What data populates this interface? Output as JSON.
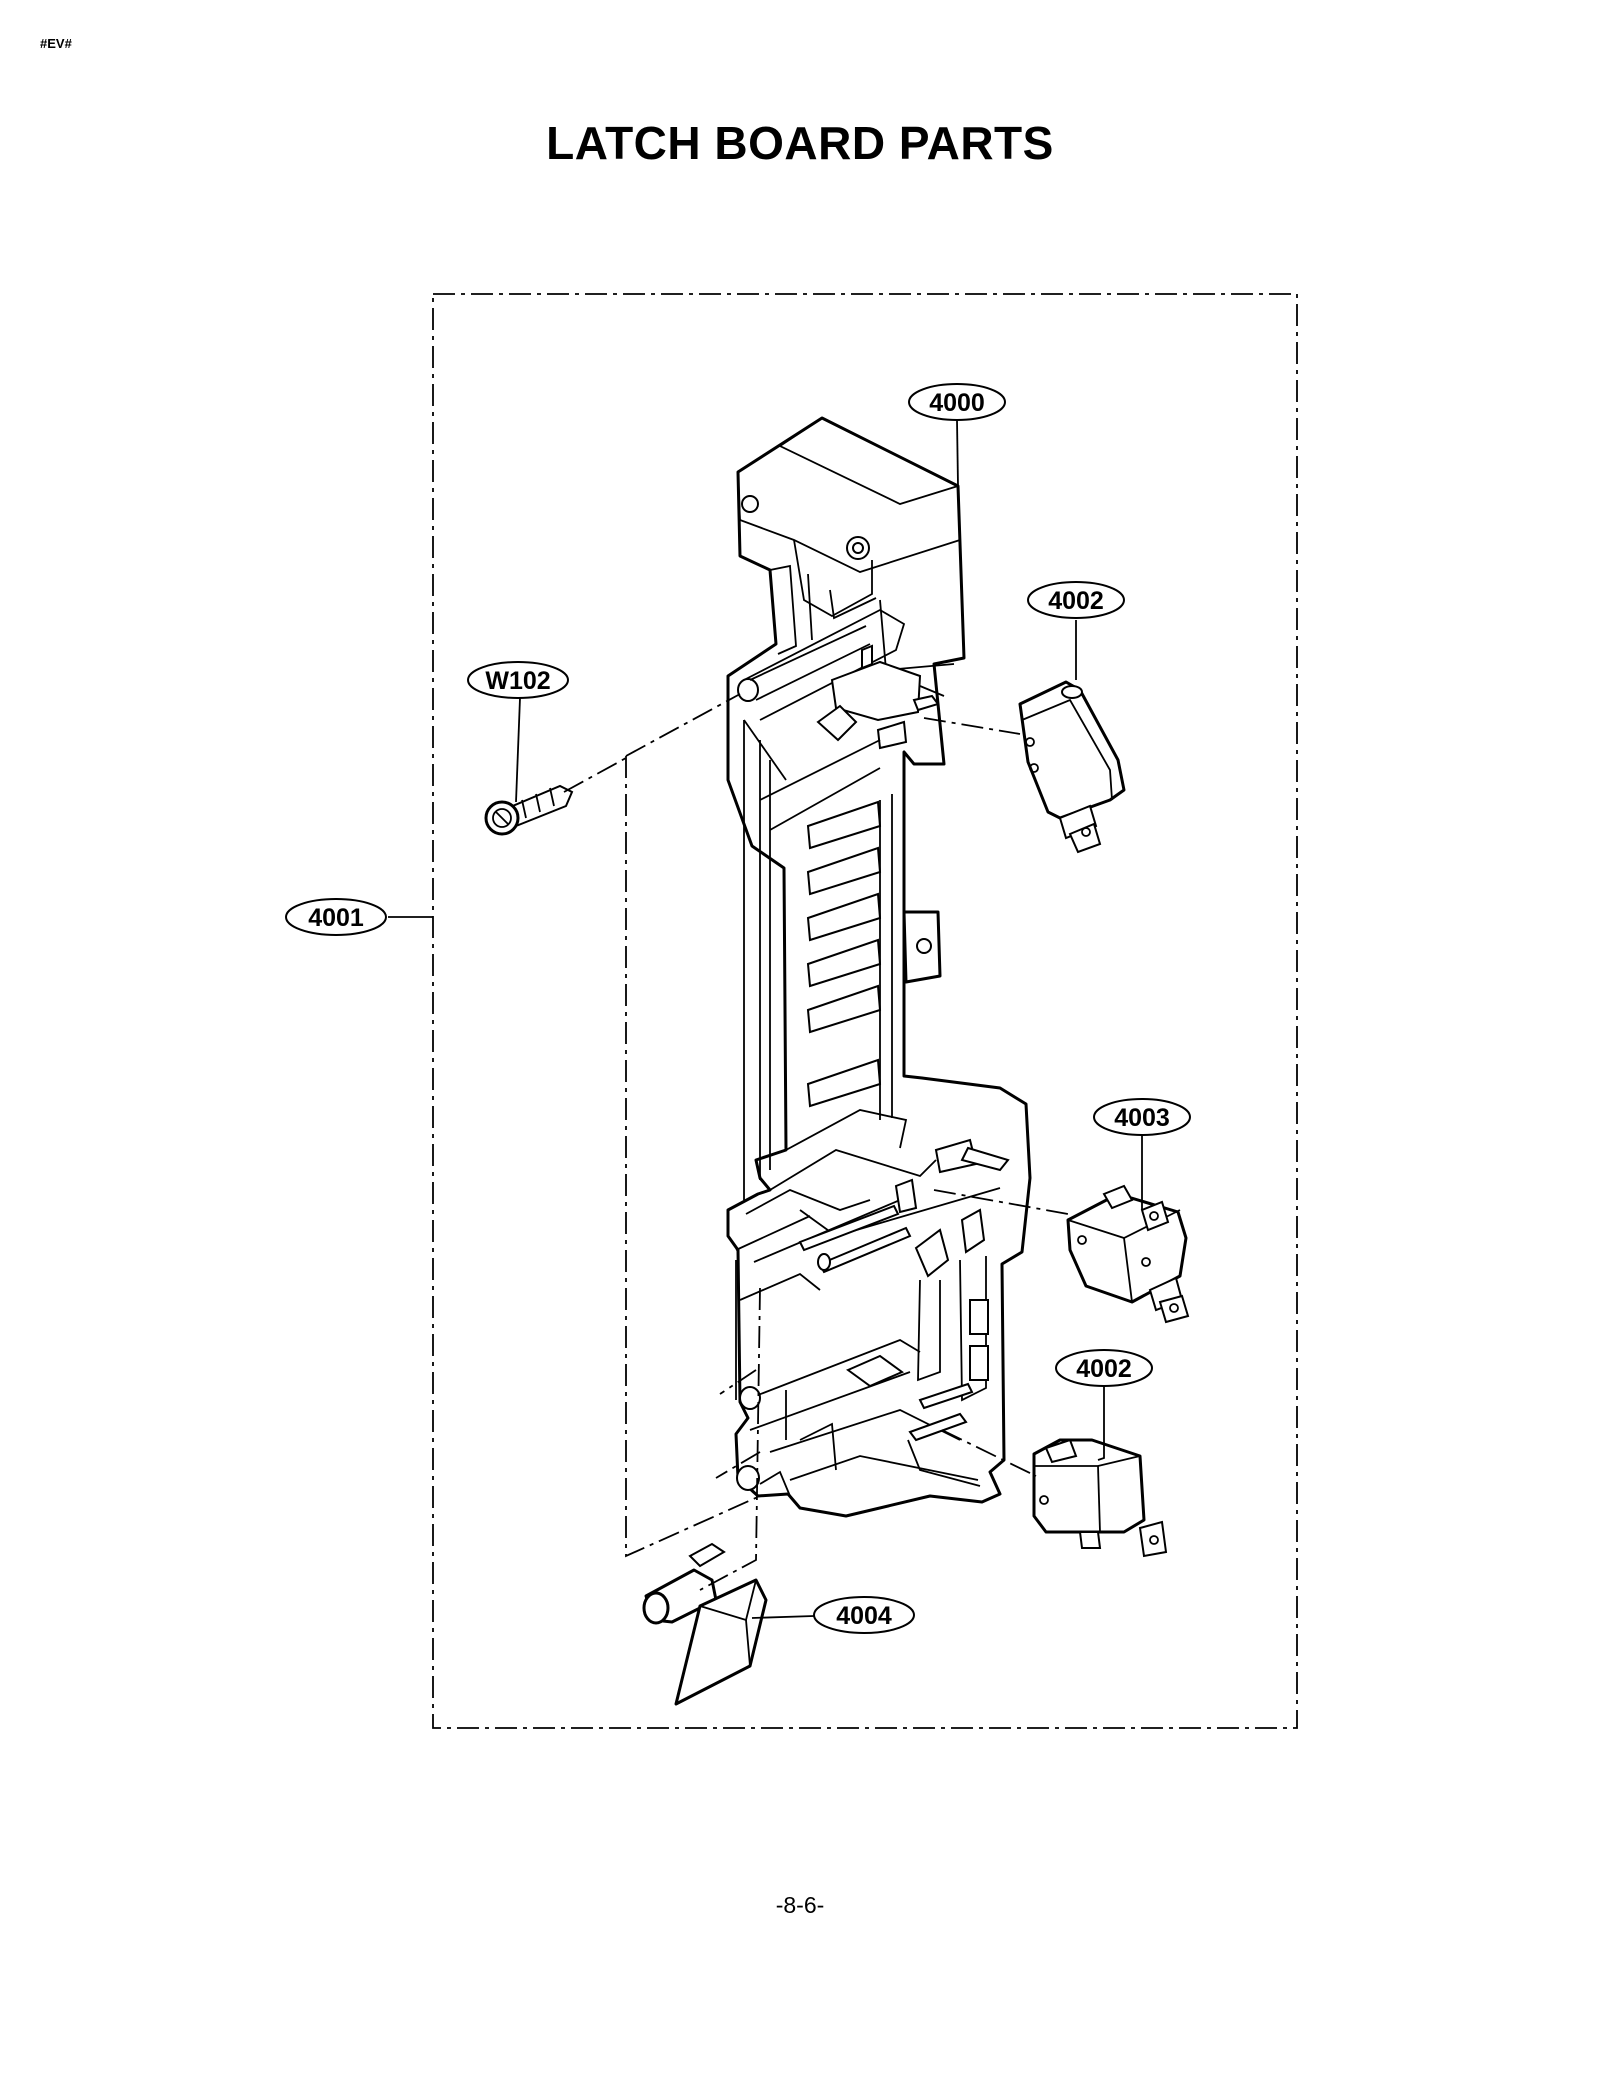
{
  "header": {
    "corner_tag": "#EV#"
  },
  "title": "LATCH BOARD PARTS",
  "footer": {
    "page_number": "-8-6-"
  },
  "callouts": {
    "c4000": "4000",
    "c4002a": "4002",
    "cW102": "W102",
    "c4001": "4001",
    "c4003": "4003",
    "c4002b": "4002",
    "c4004": "4004"
  }
}
